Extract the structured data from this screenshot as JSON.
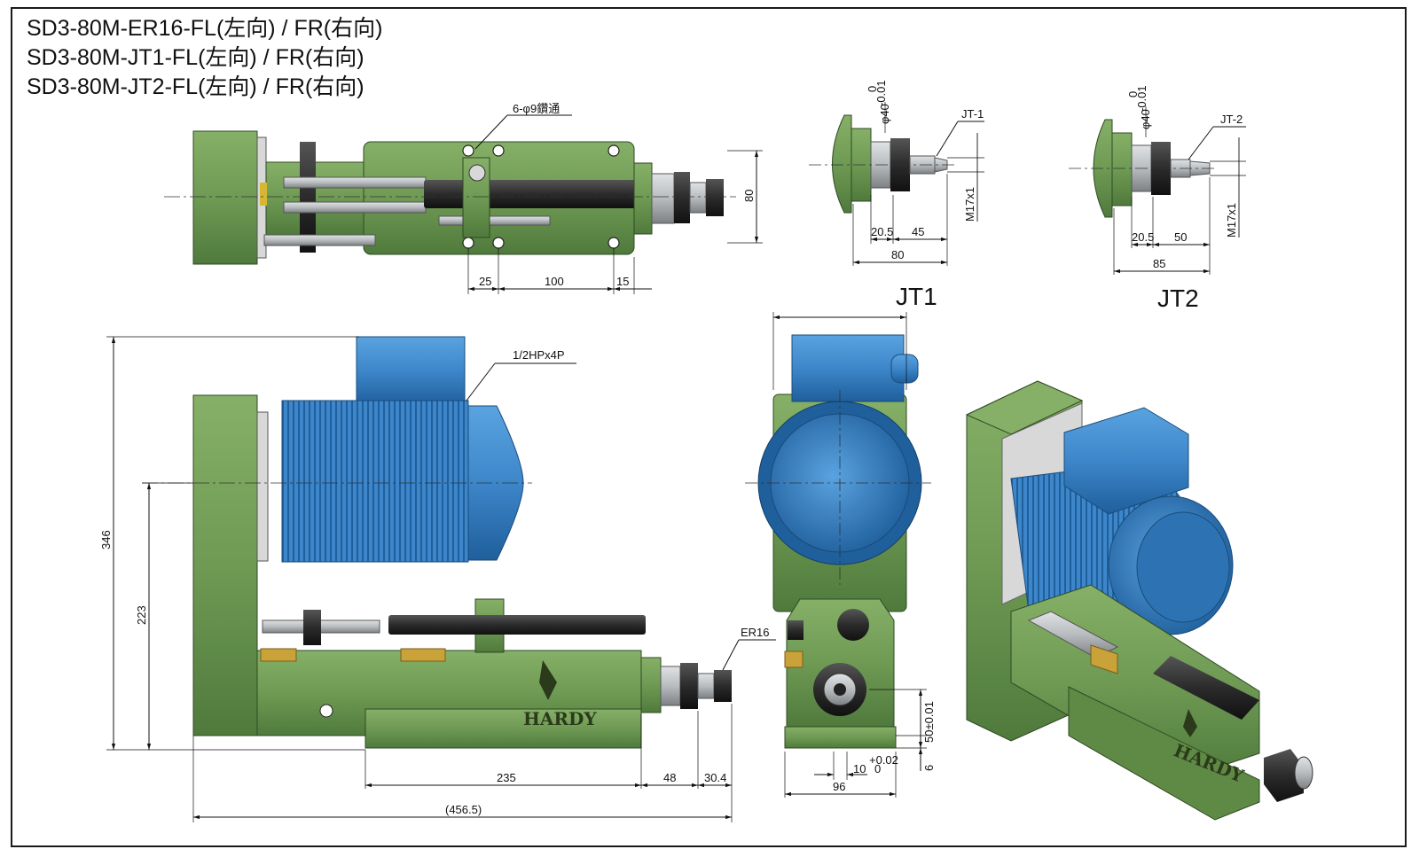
{
  "titles": [
    "SD3-80M-ER16-FL(左向) / FR(右向)",
    "SD3-80M-JT1-FL(左向) / FR(右向)",
    "SD3-80M-JT2-FL(左向) / FR(右向)"
  ],
  "labels": {
    "holes": "6-φ9鑽通",
    "jt1_callout": "JT-1",
    "jt2_callout": "JT-2",
    "motor_spec": "1/2HPx4P",
    "collet": "ER16",
    "jt1_title": "JT1",
    "jt2_title": "JT2",
    "brand": "HARDY"
  },
  "dimensions": {
    "top_height": "80",
    "top_25": "25",
    "top_100": "100",
    "top_15": "15",
    "jt1_dia": "φ40",
    "jt1_dia_tol_upper": "0",
    "jt1_dia_tol_lower": "-0.01",
    "jt1_thread": "M17x1",
    "jt1_20_5": "20.5",
    "jt1_45": "45",
    "jt1_80": "80",
    "jt2_dia": "φ40",
    "jt2_dia_tol_upper": "0",
    "jt2_dia_tol_lower": "-0.01",
    "jt2_thread": "M17x1",
    "jt2_20_5": "20.5",
    "jt2_50": "50",
    "jt2_85": "85",
    "side_346": "346",
    "side_223": "223",
    "side_235": "235",
    "side_48": "48",
    "side_30_4": "30.4",
    "side_456_5": "(456.5)",
    "front_50": "50±0.01",
    "front_10": "10",
    "front_10_tol_upper": "+0.02",
    "front_10_tol_lower": "0",
    "front_6": "6",
    "front_96": "96"
  },
  "colors": {
    "body_green": "#6f9a54",
    "dark_green": "#4f7a3c",
    "motor_blue": "#3d86c9",
    "motor_dark": "#1f5f9c",
    "steel": "#b8bcbf",
    "black_part": "#2b2b2b",
    "brass": "#c9a23a"
  }
}
